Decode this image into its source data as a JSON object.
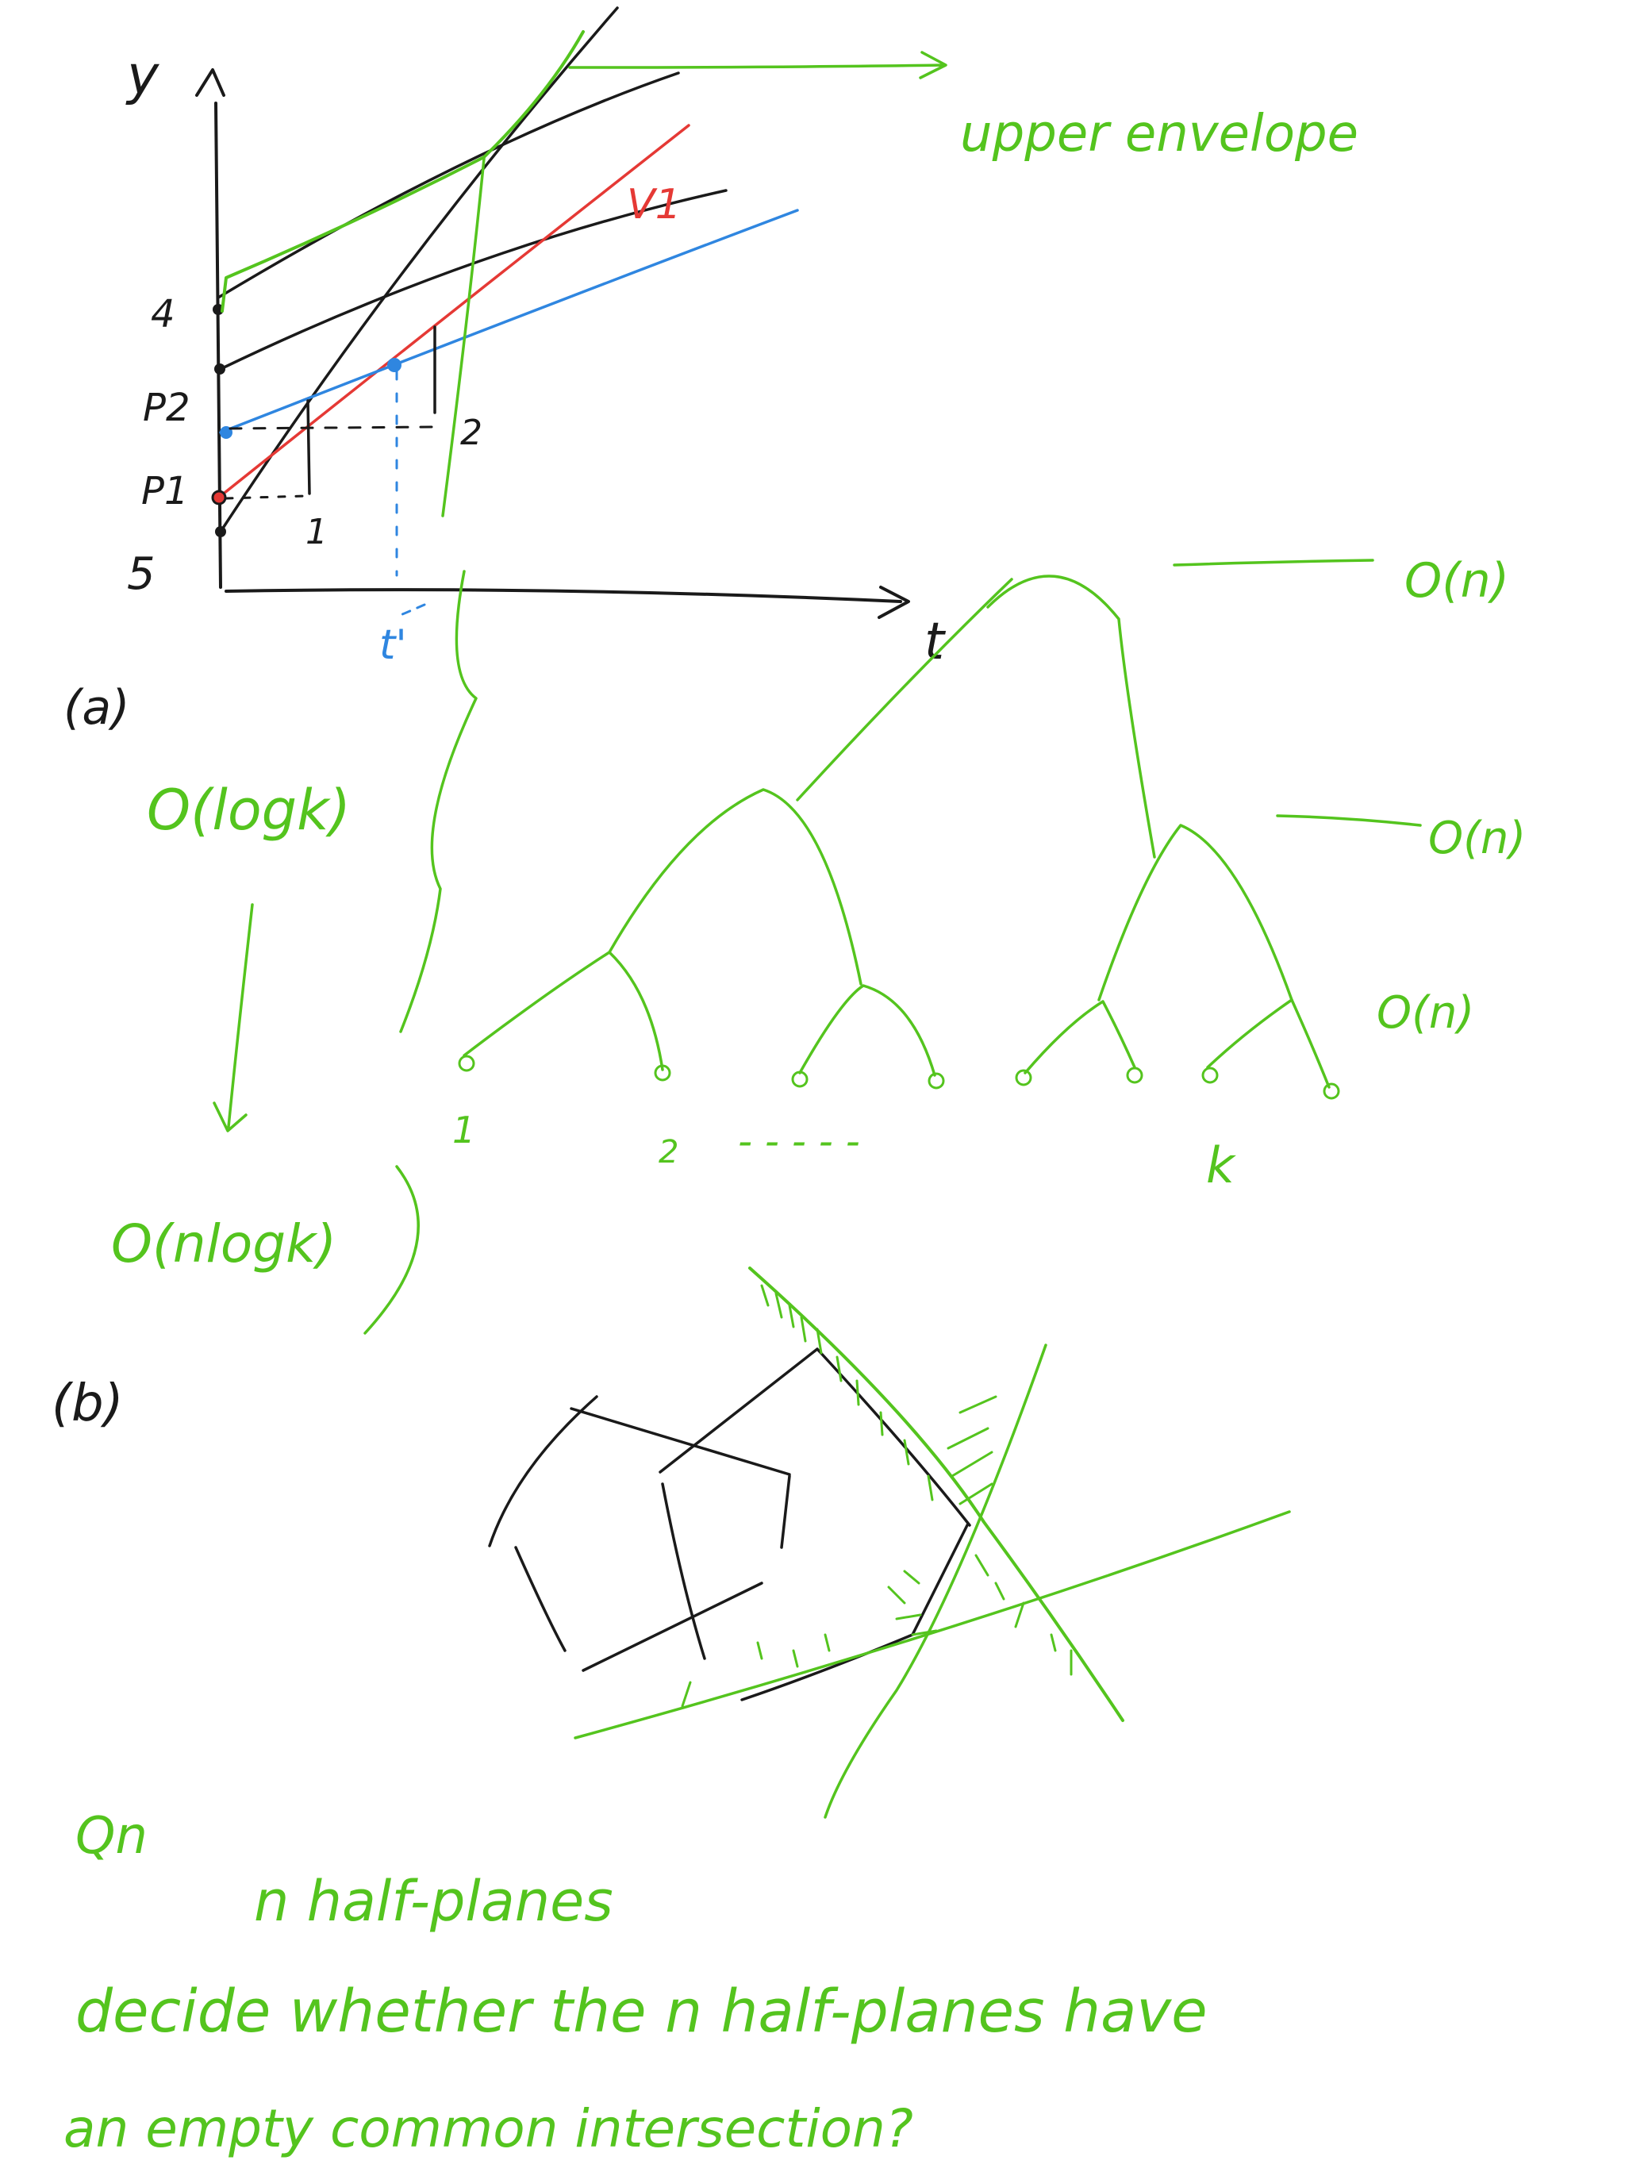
{
  "colors": {
    "green": "#54c41e",
    "black": "#1a1a1a",
    "red": "#e53935",
    "blue": "#2f86e0"
  },
  "part_a": {
    "label": "(a)",
    "y_axis_label": "y",
    "t_axis_label": "t",
    "y_ticks": [
      "4",
      "P2",
      "P1",
      "5"
    ],
    "point_labels": [
      "1",
      "2"
    ],
    "line_label": "V1",
    "t_star_label": "t'",
    "upper_envelope_label": "upper envelope"
  },
  "complexity": {
    "log_k": "O(logk)",
    "n_log_k": "O(nlogk)",
    "levels": [
      "O(n)",
      "O(n)",
      "O(n)"
    ]
  },
  "tree": {
    "leaf_labels": [
      "1",
      "2",
      "- - - - -",
      "k"
    ]
  },
  "part_b": {
    "label": "(b)"
  },
  "question": {
    "prefix": "Qn",
    "line1": "n half-planes",
    "line2": "decide whether the n half-planes have",
    "line3": "an empty common intersection?"
  }
}
